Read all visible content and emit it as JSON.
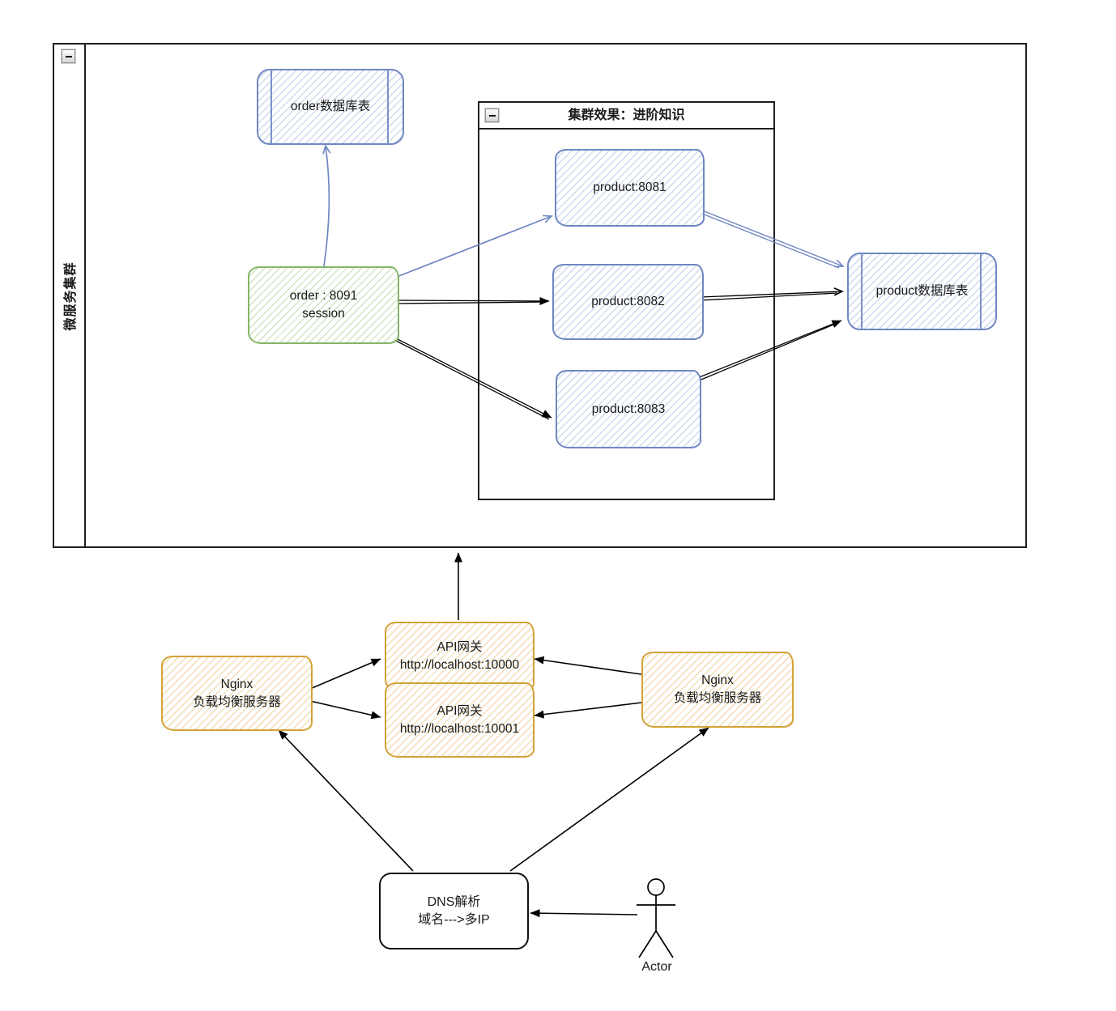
{
  "frame": {
    "title": "微服务集群"
  },
  "subframe": {
    "title": "集群效果：进阶知识"
  },
  "nodes": {
    "order_db": {
      "label": "order数据库表"
    },
    "order_service": {
      "line1": "order : 8091",
      "line2": "session"
    },
    "product_8081": {
      "label": "product:8081"
    },
    "product_8082": {
      "label": "product:8082"
    },
    "product_8083": {
      "label": "product:8083"
    },
    "product_db": {
      "label": "product数据库表"
    },
    "api_gateway_1": {
      "line1": "API网关",
      "line2": "http://localhost:10000"
    },
    "api_gateway_2": {
      "line1": "API网关",
      "line2": "http://localhost:10001"
    },
    "nginx_left": {
      "line1": "Nginx",
      "line2": "负载均衡服务器"
    },
    "nginx_right": {
      "line1": "Nginx",
      "line2": "负载均衡服务器"
    },
    "dns": {
      "line1": "DNS解析",
      "line2": "域名--->多IP"
    },
    "actor": {
      "label": "Actor"
    }
  },
  "icons": {
    "collapse": "minus-in-square"
  },
  "colors": {
    "blue_stroke": "#6f87c2",
    "blue_hatch": "#ccd9f0",
    "green_stroke": "#84b56a",
    "green_hatch": "#cfe5c2",
    "orange_stroke": "#d4a237",
    "orange_hatch": "#f4dcb4",
    "edge_black": "#000000",
    "frame_border": "#1f1f1f"
  }
}
